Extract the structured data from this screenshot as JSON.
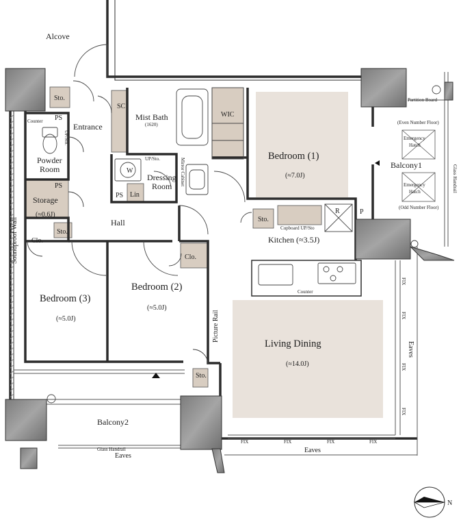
{
  "plan": {
    "rooms": {
      "alcove": "Alcove",
      "entrance": "Entrance",
      "mist_bath": "Mist Bath",
      "mist_bath_size": "(1620)",
      "wic": "WIC",
      "bedroom1": "Bedroom (1)",
      "bedroom1_area": "(≈7.0J)",
      "powder_room_1": "Powder",
      "powder_room_2": "Room",
      "dressing_room_1": "Dressing",
      "dressing_room_2": "Room",
      "storage": "Storage",
      "storage_area": "(≈0.6J)",
      "hall": "Hall",
      "kitchen": "Kitchen (≈3.5J)",
      "balcony1": "Balcony1",
      "bedroom2": "Bedroom (2)",
      "bedroom2_area": "(≈5.0J)",
      "bedroom3": "Bedroom (3)",
      "bedroom3_area": "(≈5.0J)",
      "living_dining": "Living Dining",
      "living_dining_area": "(≈14.0J)",
      "balcony2": "Balcony2"
    },
    "fixtures": {
      "sto": "Sto.",
      "sc": "SC",
      "ps": "PS",
      "counter": "Counter",
      "up_sto": "UP/Sto.",
      "w": "W",
      "lin": "Lin",
      "clo": "Clo.",
      "r": "R",
      "p": "P",
      "cupboard": "Cupboard UP/Sto",
      "mirror_cabinet": "Mirror Cabinet",
      "soundproof_wall": "Soundproof Wall",
      "picture_rail": "Picture Rail",
      "partition_board": "Partition Board",
      "even_floor": "(Even Number Floor)",
      "odd_floor": "(Odd Number Floor)",
      "emergency": "Emergency",
      "hatch": "Hatch",
      "glass_handrail": "Glass Handrail",
      "eaves": "Eaves",
      "fix": "FIX",
      "north": "N"
    }
  }
}
